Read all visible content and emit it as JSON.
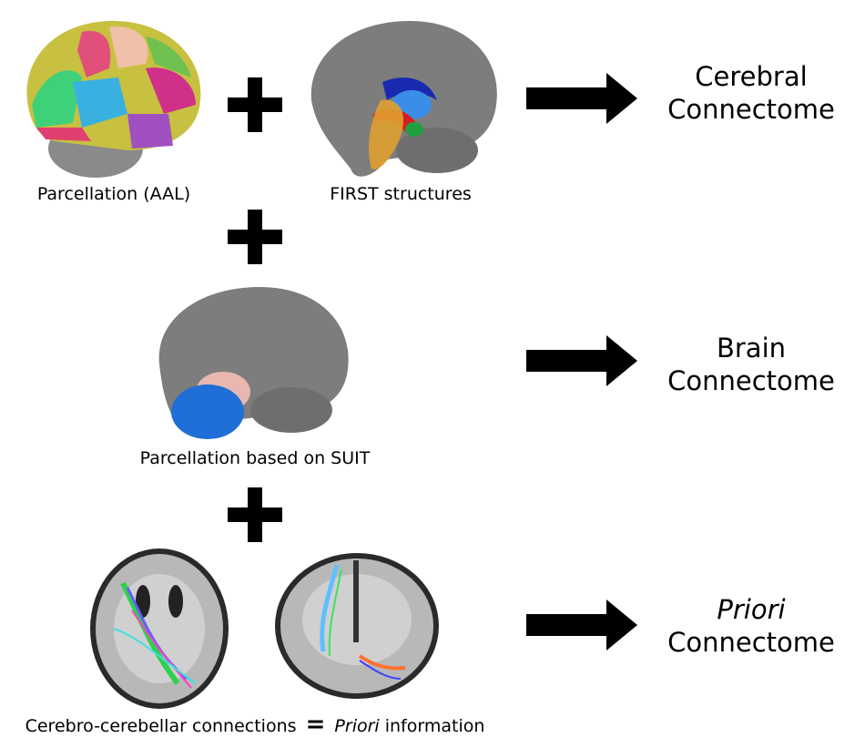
{
  "captions": {
    "aal": "Parcellation (AAL)",
    "first": "FIRST structures",
    "suit": "Parcellation based on SUIT",
    "priori_left": "Cerebro-cerebellar connections",
    "priori_eq": "=",
    "priori_italic": "Priori",
    "priori_right": "information"
  },
  "outputs": {
    "cerebral": {
      "line1": "Cerebral",
      "line2": "Connectome"
    },
    "brain": {
      "line1": "Brain",
      "line2": "Connectome"
    },
    "priori": {
      "line1": "Priori",
      "line2": "Connectome"
    }
  },
  "colors": {
    "brain_gray": "#7d7d7d",
    "cerebellum_blue": "#1f6fd6",
    "symbol": "#000000"
  }
}
